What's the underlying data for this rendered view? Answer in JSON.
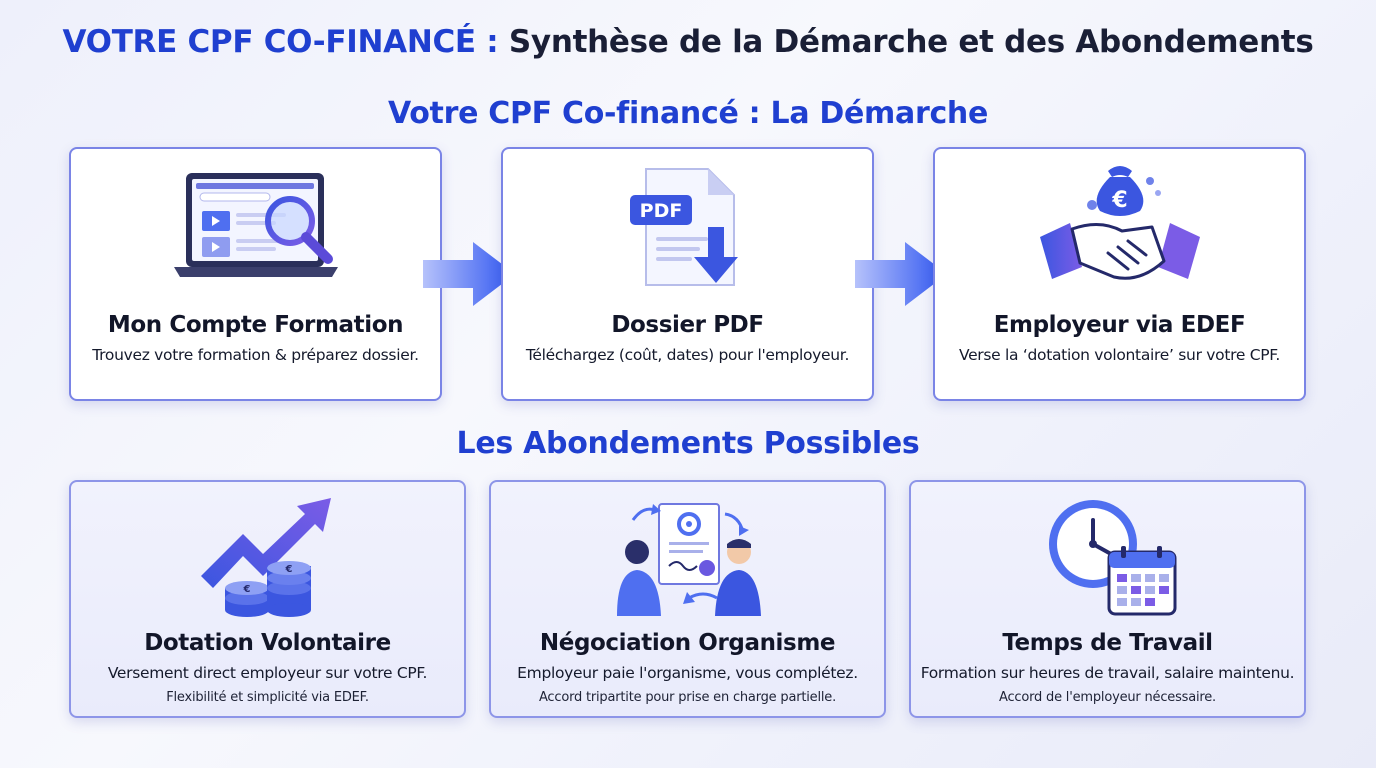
{
  "header": {
    "title_accent": "VOTRE CPF CO-FINANCÉ :",
    "title_rest": "Synthèse de la Démarche et des Abondements"
  },
  "demarche": {
    "title": "Votre CPF Co-financé : La Démarche",
    "steps": [
      {
        "title": "Mon Compte Formation",
        "desc": "Trouvez votre formation & préparez dossier.",
        "icon": "laptop-search-icon"
      },
      {
        "title": "Dossier PDF",
        "desc": "Téléchargez (coût, dates) pour l'employeur.",
        "icon": "pdf-download-icon",
        "icon_text": "PDF"
      },
      {
        "title": "Employeur via EDEF",
        "desc": "Verse la ‘dotation volontaire’ sur votre CPF.",
        "icon": "handshake-money-icon",
        "icon_text": "€"
      }
    ]
  },
  "abondements": {
    "title": "Les Abondements Possibles",
    "items": [
      {
        "title": "Dotation Volontaire",
        "desc": "Versement direct employeur sur votre CPF.",
        "note": "Flexibilité et simplicité via EDEF.",
        "icon": "growth-coins-icon",
        "icon_text": "€"
      },
      {
        "title": "Négociation Organisme",
        "desc": "Employeur paie l'organisme, vous complétez.",
        "note": "Accord tripartite pour prise en charge partielle.",
        "icon": "negotiation-icon"
      },
      {
        "title": "Temps de Travail",
        "desc": "Formation sur heures de travail, salaire maintenu.",
        "note": "Accord de l'employeur nécessaire.",
        "icon": "clock-calendar-icon"
      }
    ]
  },
  "colors": {
    "accent": "#1f3fd0",
    "border": "#7a84e6",
    "icon_blue": "#3b56e0",
    "icon_purple": "#7b5ce6"
  }
}
